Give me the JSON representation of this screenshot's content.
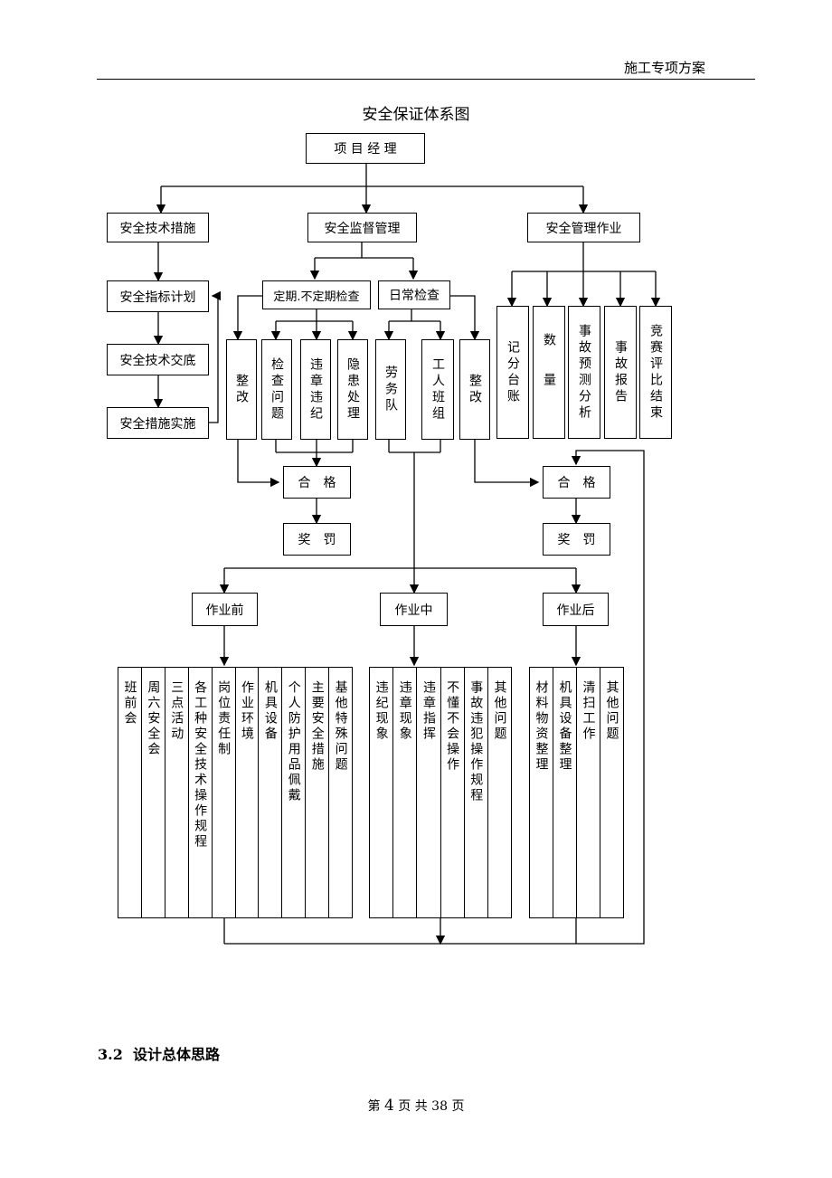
{
  "header": {
    "right_text": "施工专项方案"
  },
  "diagram": {
    "title": "安全保证体系图",
    "nodes": {
      "manager": "项 目 经 理",
      "tech": "安全技术措施",
      "supervise": "安全监督管理",
      "mgmt": "安全管理作业",
      "indicator": "安全指标计划",
      "handover": "安全技术交底",
      "implement": "安全措施实施",
      "periodic": "定期.不定期检查",
      "daily": "日常检查",
      "fix1": "整改",
      "check_issue": "检查问题",
      "violation": "违章违纪",
      "hazard": "隐患处理",
      "labor": "劳务队",
      "worker_team": "工人班组",
      "fix2": "整改",
      "score": "记分台账",
      "quantity": "数量",
      "predict": "事故预测分析",
      "report": "事故报告",
      "contest": "竞赛评比结束",
      "pass1": "合　格",
      "reward1": "奖　罚",
      "pass2": "合　格",
      "reward2": "奖　罚",
      "before": "作业前",
      "during": "作业中",
      "after": "作业后"
    },
    "before_items": [
      "班前会",
      "周六安全会",
      "三点活动",
      "各工种安全技术操作规程",
      "岗位责任制",
      "作业环境",
      "机具设备",
      "个人防护用品佩戴",
      "主要安全措施",
      "基他特殊问题"
    ],
    "during_items": [
      "违纪现象",
      "违章现象",
      "违章指挥",
      "不懂不会操作",
      "事故违犯操作规程",
      "其他问题"
    ],
    "after_items": [
      "材料物资整理",
      "机具设备整理",
      "清扫工作",
      "其他问题"
    ]
  },
  "section": {
    "number": "3.2",
    "title": "设计总体思路"
  },
  "footer": {
    "prefix": "第",
    "page": "4",
    "mid": "页 共",
    "total": "38",
    "suffix": "页"
  }
}
